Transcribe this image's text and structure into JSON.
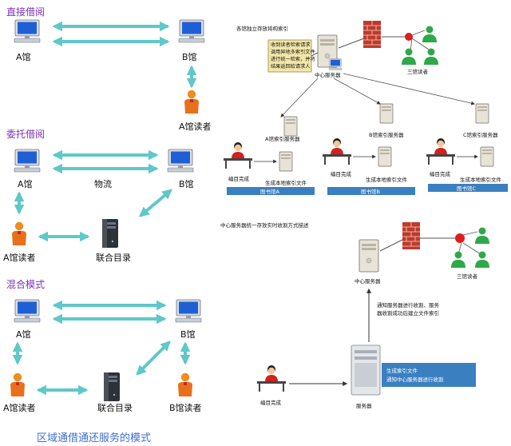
{
  "left": {
    "sec1": "直接借阅",
    "sec2": "委托借阅",
    "sec3": "混合模式",
    "lib_a": "A馆",
    "lib_b": "B馆",
    "reader_a": "A馆读者",
    "reader_b": "B馆读者",
    "logistics": "物流",
    "union_catalog": "联合目录"
  },
  "top_right": {
    "title": "各馆独立存放将构索引",
    "note": [
      "收到读者检索请求",
      "调用异地多索引文件",
      "进行统一检索，并将",
      "结果返回给请求人"
    ],
    "central_server": "中心服务器",
    "readers_3": "三馆读者",
    "idx_a": "A馆索引服务器",
    "idx_b": "B馆索引服务器",
    "idx_c": "C馆索引服务器",
    "catalog_done": "编目完成",
    "gen_local": "生成本地索引文件",
    "lib_a_bar": "图书馆A",
    "lib_b_bar": "图书馆B",
    "lib_c_bar": "图书馆C"
  },
  "bottom_right": {
    "title": "中心服务器统一存放实时收割方式描述",
    "central_server": "中心服务器",
    "readers_3": "三馆读者",
    "harvest_note": [
      "通知服务器进行收割、服务",
      "器收割成功后建立文件索引"
    ],
    "gen_note": [
      "生成索引文件",
      "通知中心服务器进行收割"
    ],
    "catalog_done": "编目完成",
    "server": "服务器"
  },
  "caption": "区域通借通还服务的模式",
  "colors": {
    "arrow": "#5fc8c8",
    "purple": "#7a2fb8",
    "green": "#2fa84a",
    "firewall": "#c0392b"
  }
}
